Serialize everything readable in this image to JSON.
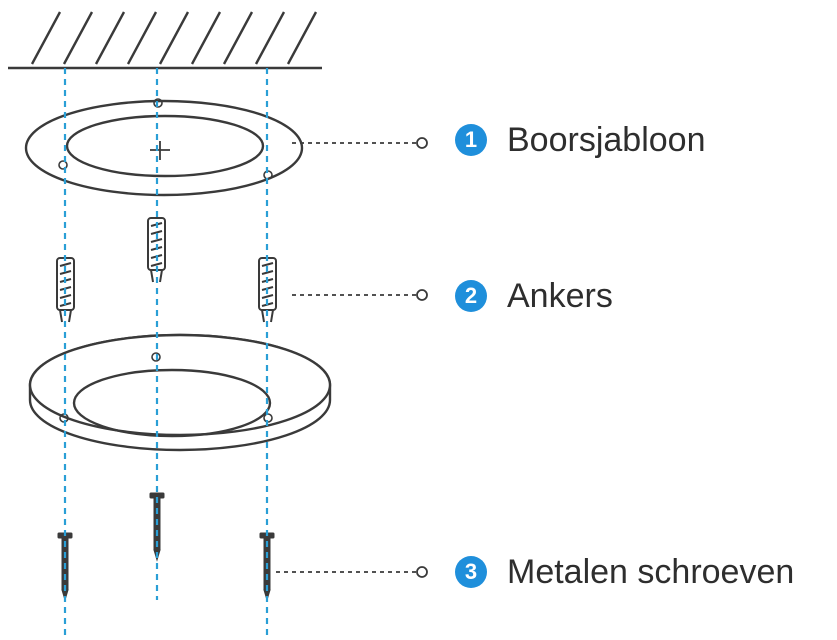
{
  "colors": {
    "badge_blue": "#1f8fdb",
    "guide_line": "#2a9fd6",
    "ink": "#3a3a3a"
  },
  "callouts": [
    {
      "number": "1",
      "label": "Boorsjabloon"
    },
    {
      "number": "2",
      "label": "Ankers"
    },
    {
      "number": "3",
      "label": "Metalen schroeven"
    }
  ]
}
